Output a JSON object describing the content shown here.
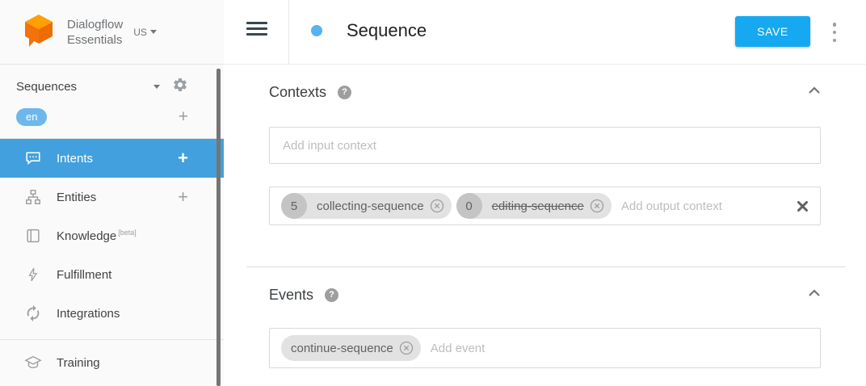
{
  "brand": {
    "name_line1": "Dialogflow",
    "name_line2": "Essentials",
    "region": "US"
  },
  "sidebar": {
    "agent_name": "Sequences",
    "language": "en",
    "add_language": "+",
    "items": [
      {
        "label": "Intents",
        "add": "+",
        "active": true
      },
      {
        "label": "Entities",
        "add": "+"
      },
      {
        "label": "Knowledge",
        "beta": "[beta]"
      },
      {
        "label": "Fulfillment"
      },
      {
        "label": "Integrations"
      },
      {
        "label": "Training"
      }
    ]
  },
  "header": {
    "title": "Sequence",
    "save_label": "SAVE"
  },
  "contexts": {
    "title": "Contexts",
    "help_glyph": "?",
    "input_placeholder": "Add input context",
    "output_placeholder": "Add output context",
    "output_chips": [
      {
        "count": "5",
        "label": "collecting-sequence",
        "strikethrough": false
      },
      {
        "count": "0",
        "label": "editing-sequence",
        "strikethrough": true
      }
    ]
  },
  "events": {
    "title": "Events",
    "help_glyph": "?",
    "placeholder": "Add event",
    "chips": [
      {
        "label": "continue-sequence"
      }
    ]
  },
  "colors": {
    "active_nav_blue": "#42a0de",
    "save_button_blue": "#16a9f2",
    "language_badge_blue": "#6cb8ec",
    "title_dot_blue": "#57b2ef",
    "logo_orange_top": "#ffa000",
    "logo_orange_body": "#f2730b"
  }
}
